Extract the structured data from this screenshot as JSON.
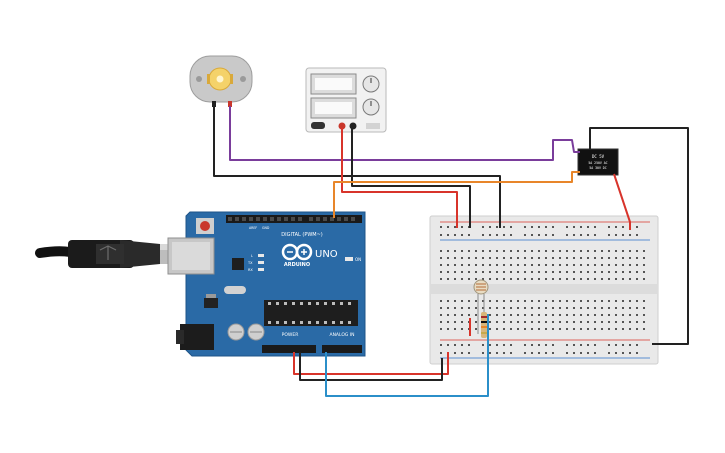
{
  "colors": {
    "board": "#2a6aa6",
    "board_dark": "#1f5488",
    "breadboard": "#e9e9e9",
    "wire_red": "#d8342b",
    "wire_black": "#222222",
    "wire_purple": "#7a3d9b",
    "wire_orange": "#e8862a",
    "wire_blue": "#2b8fc9"
  },
  "arduino": {
    "brand": "ARDUINO",
    "model": "UNO",
    "digital_label": "DIGITAL (PWM~)",
    "power_label": "POWER",
    "analog_label": "ANALOG IN",
    "on_label": "ON",
    "tx_label": "TX",
    "rx_label": "RX",
    "l_label": "L",
    "aref": "AREF",
    "gnd": "GND"
  },
  "relay": {
    "line1": "DC 5V",
    "line2": "5A 250V AC",
    "line3": "5A 30V DC"
  },
  "icons": [
    "usb-cable-icon",
    "dc-motor-icon",
    "power-supply-icon",
    "relay-icon",
    "photoresistor-icon",
    "resistor-icon",
    "breadboard-icon",
    "arduino-uno-icon"
  ]
}
